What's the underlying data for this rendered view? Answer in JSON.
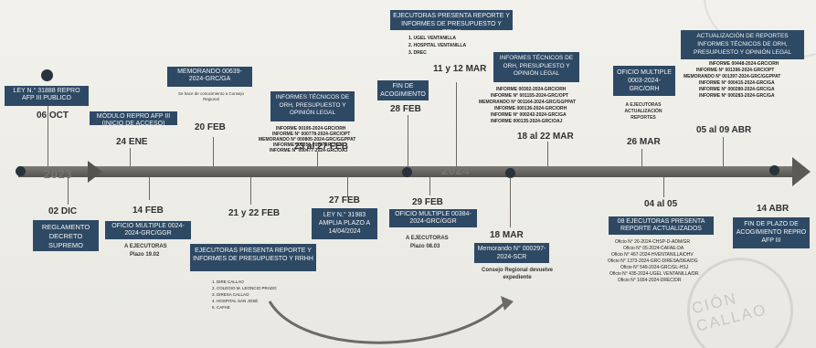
{
  "year_labels": {
    "first": "2023",
    "second": "2024"
  },
  "milestones": {
    "ley31888": {
      "box": "LEY N.° 31888 REPRO AFP III PUBLICO",
      "date": "06 OCT"
    },
    "dic02": {
      "date": "02 DIC",
      "box": "REGLAMENTO DECRETO SUPREMO"
    },
    "modulo": {
      "box": "MÓDULO REPRO AFP III (INICIO DE ACCESO)",
      "date": "24 ENE"
    },
    "feb14": {
      "date": "14 FEB",
      "box": "OFICIO MULTIPLE 0024-2024-GRC/GGR",
      "note_a": "A EJECUTORAS",
      "note_b": "Plazo 19.02"
    },
    "memo639": {
      "box": "MEMORANDO 00639-2024-GRC/GA",
      "sub": "Se hace de conocimiento a Consejo Regional",
      "date": "20 FEB"
    },
    "feb2122": {
      "date": "21 y 22 FEB",
      "box": "EJECUTORAS PRESENTA REPORTE Y INFORMES DE PRESUPUESTO Y RRHH",
      "list": [
        "1. DIRE CALLAO",
        "2. COLEGIO M. LEONCIO PRADO",
        "3. DIRESA CALLAO",
        "4. HOSPITAL SAN JOSÉ",
        "5. CAFAE"
      ]
    },
    "tecnicos1": {
      "box": "INFORMES TÉCNICOS DE ORH, PRESUPUESTO Y OPINIÓN LEGAL",
      "lines": [
        "INFORME 00195-2024-GRC/ORH",
        "INFORME N° 000778-2024-GRC/OPT",
        "MEMORANDO N° 000805-2024-GRC/GGPPAT",
        "INFORME 000350-2024-GRC/GA",
        "INFORME N° 000477-2024-GRC/OAJ"
      ],
      "date": "23 al 27 FEB"
    },
    "ley31983": {
      "date": "27 FEB",
      "box": "LEY N.° 31983 AMPLIA PLAZO A 14/04/2024"
    },
    "fin_acogimiento": {
      "box": "FIN DE ACOGIMIENTO",
      "date": "28 FEB"
    },
    "feb29": {
      "date": "29 FEB",
      "box": "OFICIO MULTIPLE 00384-2024-GRC/GGR",
      "note_a": "A EJECUTORAS",
      "note_b": "Plazo 08.03"
    },
    "mar1112": {
      "box": "EJECUTORAS PRESENTA REPORTE Y INFORMES DE PRESUPUESTO Y RRHH",
      "list": [
        "1. UGEL VENTANILLA",
        "2. HOSPITAL VENTANILLA",
        "3. DREC"
      ],
      "date": "11 y 12 MAR"
    },
    "tecnicos2": {
      "box": "INFORMES TÉCNICOS DE ORH, PRESUPUESTO Y OPINIÓN LEGAL",
      "lines": [
        "INFORME 00302-2024-GRC/ORH",
        "INFORME N° 001155-2024-GRC/OPT",
        "MEMORANDO N° 001164-2024-GRC/GGPPAT",
        "INFORME 000136-2024-GRC/ORH",
        "INFORME N° 000242-2024-GRC/GA",
        "INFORME 000135-2024-GRC/OAJ"
      ],
      "date": "18 al 22 MAR"
    },
    "mar18": {
      "date": "18 MAR",
      "box": "Memorando N° 000297-2024-SCR",
      "note": "Consejo Regional devuelve expediente"
    },
    "multiple26": {
      "box": "OFICIO MULTIPLE 0003-2024-GRC/ORH",
      "note": "A EJECUTORAS ACTUALIZACIÓN REPORTES",
      "date": "26 MAR"
    },
    "abr0405": {
      "date": "04 al 05",
      "box": "08 EJECUTORAS PRESENTA REPORTE ACTUALIZADOS",
      "lines": [
        "Oficio N° 26-2024-CHSP-D-ADM/GR",
        "Oficio N° 05-2024-CAFAE-DA",
        "Oficio N° 467-2024-HVENTANILLA/DHV",
        "Oficio N° 1373-2024-GRC-DIRESA/DEA/DG",
        "Oficio N° 549-2024-GRC/GL-HSJ",
        "Oficio N° 435-2024-UGEL VENTANILLA/DR",
        "Oficio N° 1654-2024-DREC/DR"
      ]
    },
    "actualizacion": {
      "box": "ACTUALIZACIÓN DE REPORTES INFORMES TÉCNICOS DE ORH, PRESUPUESTO Y OPINIÓN LEGAL",
      "lines": [
        "INFORME 00448-2024-GRC/ORH",
        "INFORME N° 001396-2024-GRC/OPT",
        "MEMORANDO N° 001397-2024-GRC/GGPPAT",
        "INFORME N° 000415-2024-GRC/GA",
        "INFORME N° 000280-2024-GRC/GA",
        "INFORME N° 000283-2024-GRC/GA"
      ],
      "date": "05 al 09 ABR"
    },
    "abr14": {
      "date": "14 ABR",
      "box": "FIN DE PLAZO DE ACOGIMIENTO REPRO AFP III"
    }
  },
  "watermark": "CIÓN CALLAO",
  "colors": {
    "box": "#2e4964",
    "axis": "#5c5a55",
    "dot": "#26333c"
  }
}
